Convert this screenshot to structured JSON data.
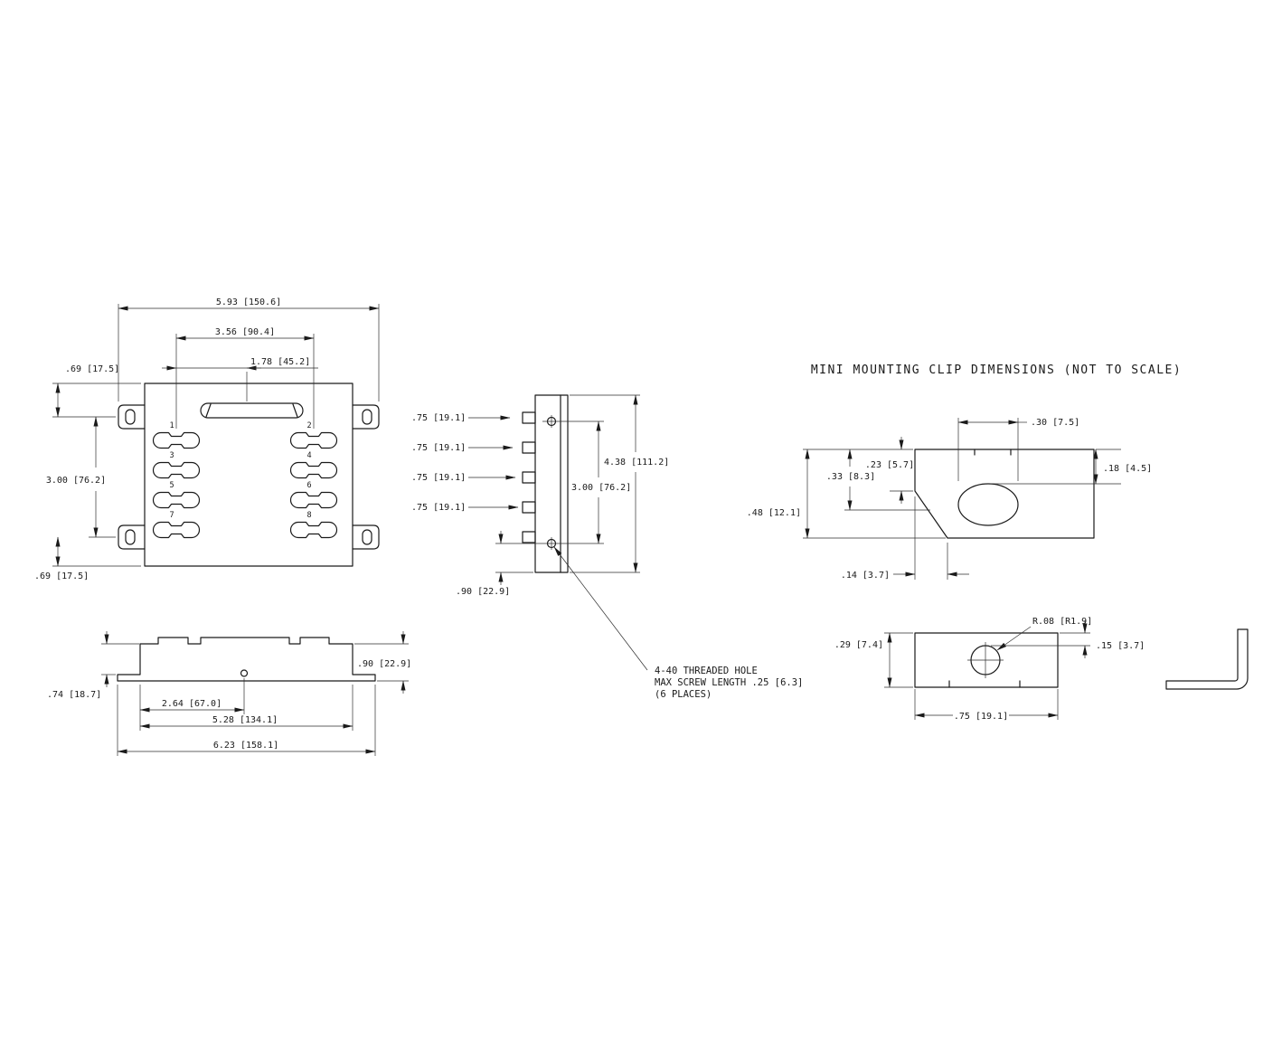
{
  "sheet": {
    "background": "#ffffff",
    "line_color": "#1a1a1a"
  },
  "title": "MINI MOUNTING CLIP DIMENSIONS (NOT TO SCALE)",
  "front_view": {
    "dim_overall_width": "5.93 [150.6]",
    "dim_slot_columns_span": "3.56 [90.4]",
    "dim_slot_column_to_center": "1.78 [45.2]",
    "dim_top_edge_to_ear": ".69 [17.5]",
    "dim_ear_to_ear": "3.00 [76.2]",
    "dim_ear_to_bottom_edge": ".69 [17.5]",
    "slot_numbers": [
      "1",
      "2",
      "3",
      "4",
      "5",
      "6",
      "7",
      "8"
    ]
  },
  "bottom_view": {
    "dim_height": ".90 [22.9]",
    "dim_flange_height": ".74 [18.7]",
    "dim_left_edge_to_hole": "2.64 [67.0]",
    "dim_body_width": "5.28 [134.1]",
    "dim_overall_width": "6.23 [158.1]"
  },
  "side_view": {
    "dim_tab_spacings": [
      ".75 [19.1]",
      ".75 [19.1]",
      ".75 [19.1]",
      ".75 [19.1]"
    ],
    "dim_overall_height": "4.38 [111.2]",
    "dim_hole_to_hole": "3.00 [76.2]",
    "dim_hole_to_bottom": ".90 [22.9]",
    "callout": [
      "4-40 THREADED HOLE",
      "MAX SCREW LENGTH .25 [6.3]",
      "(6 PLACES)"
    ]
  },
  "clip_side_view": {
    "dim_hole_width": ".30 [7.5]",
    "dim_front_lip_depth": ".23 [5.7]",
    "dim_step_depth": ".33 [8.3]",
    "dim_back_lip_depth": ".18 [4.5]",
    "dim_overall_depth": ".48 [12.1]",
    "dim_foot_run": ".14 [3.7]"
  },
  "clip_top_view": {
    "dim_hole_radius": "R.08 [R1.9]",
    "dim_edge_to_hole": ".15 [3.7]",
    "dim_strip_width": ".29 [7.4]",
    "dim_strip_length": ".75 [19.1]"
  }
}
